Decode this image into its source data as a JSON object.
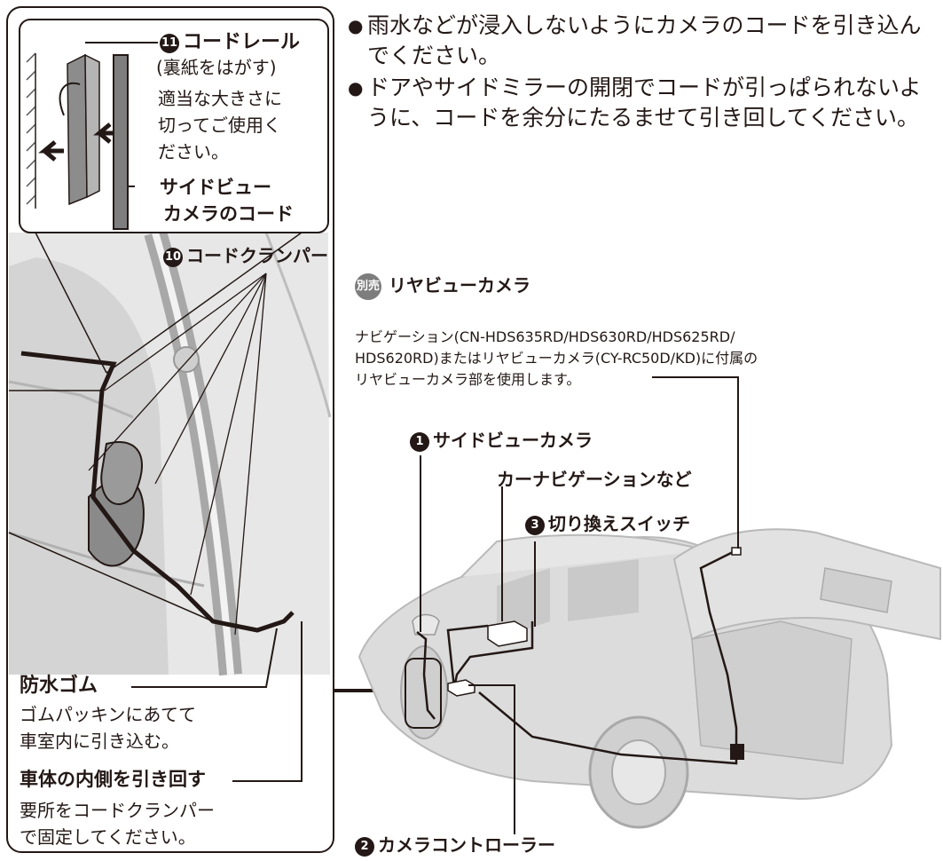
{
  "bullets": [
    "雨水などが浸入しないようにカメラのコードを引き込んでください。",
    "ドアやサイドミラーの開閉でコードが引っぱられないように、コードを余分にたるませて引き回してください。"
  ],
  "bullet_mark": "●",
  "inset": {
    "rail_number": "11",
    "rail_title": "コードレール",
    "rail_note": "(裏紙をはがす)",
    "rail_desc_lines": [
      "適当な大きさに",
      "切ってご使用く",
      "ださい。"
    ],
    "cable_label_lines": [
      "サイドビュー",
      "カメラのコード"
    ]
  },
  "clamper": {
    "number": "10",
    "label": "コードクランパー"
  },
  "waterproof": {
    "title": "防水ゴム",
    "desc_lines": [
      "ゴムパッキンにあてて",
      "車室内に引き込む。"
    ]
  },
  "routing": {
    "title": "車体の内側を引き回す",
    "desc_lines": [
      "要所をコードクランパー",
      "で固定してください。"
    ]
  },
  "rear_camera": {
    "tag": "別売",
    "title": "リヤビューカメラ",
    "desc_lines": [
      "ナビゲーション(CN-HDS635RD/HDS630RD/HDS625RD/",
      "HDS620RD)またはリヤビューカメラ(CY-RC50D/KD)に付属の",
      "リヤビューカメラ部を使用します。"
    ]
  },
  "components": [
    {
      "number": "1",
      "label": "サイドビューカメラ"
    },
    {
      "number": "",
      "label": "カーナビゲーションなど"
    },
    {
      "number": "3",
      "label": "切り換えスイッチ"
    },
    {
      "number": "2",
      "label": "カメラコントローラー"
    }
  ]
}
